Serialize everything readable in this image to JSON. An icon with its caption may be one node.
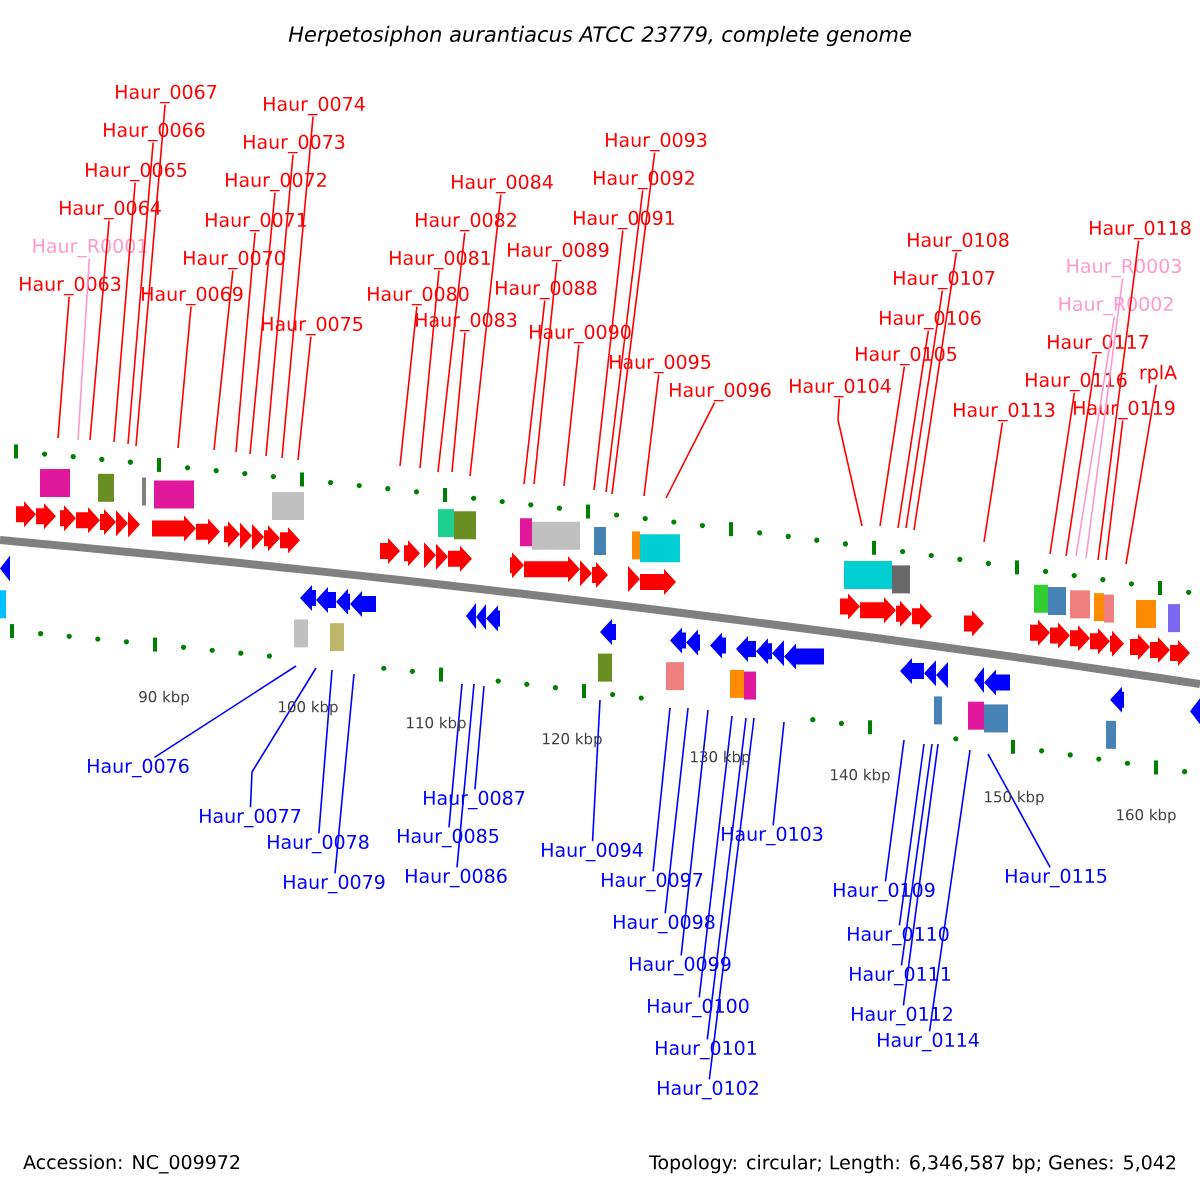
{
  "diagram": {
    "title": "Herpetosiphon aurantiacus ATCC 23779, complete genome",
    "nodes": [
      {
        "text": [
          "Haur_0063"
        ]
      },
      {
        "text": [
          "Haur_R0001"
        ]
      },
      {
        "text": [
          "Haur_0064"
        ]
      },
      {
        "text": [
          "Haur_0065"
        ]
      },
      {
        "text": [
          "Haur_0066"
        ]
      },
      {
        "text": [
          "Haur_0067"
        ]
      },
      {
        "text": [
          "Haur_0069"
        ]
      },
      {
        "text": [
          "Haur_0070"
        ]
      },
      {
        "text": [
          "Haur_0071"
        ]
      },
      {
        "text": [
          "Haur_0072"
        ]
      },
      {
        "text": [
          "Haur_0073"
        ]
      },
      {
        "text": [
          "Haur_0074"
        ]
      },
      {
        "text": [
          "Haur_0075"
        ]
      },
      {
        "text": [
          "Haur_0080"
        ]
      },
      {
        "text": [
          "Haur_0081"
        ]
      },
      {
        "text": [
          "Haur_0082"
        ]
      },
      {
        "text": [
          "Haur_0083"
        ]
      },
      {
        "text": [
          "Haur_0084"
        ]
      },
      {
        "text": [
          "Haur_0088"
        ]
      },
      {
        "text": [
          "Haur_0089"
        ]
      },
      {
        "text": [
          "Haur_0090"
        ]
      },
      {
        "text": [
          "Haur_0091"
        ]
      },
      {
        "text": [
          "Haur_0092"
        ]
      },
      {
        "text": [
          "Haur_0093"
        ]
      },
      {
        "text": [
          "Haur_0095"
        ]
      },
      {
        "text": [
          "Haur_0096"
        ]
      },
      {
        "text": [
          "Haur_0104"
        ]
      },
      {
        "text": [
          "Haur_0105"
        ]
      },
      {
        "text": [
          "Haur_0106"
        ]
      },
      {
        "text": [
          "Haur_0107"
        ]
      },
      {
        "text": [
          "Haur_0108"
        ]
      },
      {
        "text": [
          "Haur_0113"
        ]
      },
      {
        "text": [
          "Haur_0116"
        ]
      },
      {
        "text": [
          "Haur_0117"
        ]
      },
      {
        "text": [
          "Haur_R0002"
        ]
      },
      {
        "text": [
          "Haur_R0003"
        ]
      },
      {
        "text": [
          "Haur_0118"
        ]
      },
      {
        "text": [
          "Haur_0119"
        ]
      },
      {
        "text": [
          "rplA"
        ]
      },
      {
        "text": [
          "Haur_0076"
        ]
      },
      {
        "text": [
          "Haur_0077"
        ]
      },
      {
        "text": [
          "Haur_0078"
        ]
      },
      {
        "text": [
          "Haur_0079"
        ]
      },
      {
        "text": [
          "Haur_0085"
        ]
      },
      {
        "text": [
          "Haur_0086"
        ]
      },
      {
        "text": [
          "Haur_0087"
        ]
      },
      {
        "text": [
          "Haur_0094"
        ]
      },
      {
        "text": [
          "Haur_0097"
        ]
      },
      {
        "text": [
          "Haur_0098"
        ]
      },
      {
        "text": [
          "Haur_0099"
        ]
      },
      {
        "text": [
          "Haur_0100"
        ]
      },
      {
        "text": [
          "Haur_0101"
        ]
      },
      {
        "text": [
          "Haur_0102"
        ]
      },
      {
        "text": [
          "Haur_0103"
        ]
      },
      {
        "text": [
          "Haur_0109"
        ]
      },
      {
        "text": [
          "Haur_0110"
        ]
      },
      {
        "text": [
          "Haur_0111"
        ]
      },
      {
        "text": [
          "Haur_0112"
        ]
      },
      {
        "text": [
          "Haur_0114"
        ]
      },
      {
        "text": [
          "Haur_0115"
        ]
      }
    ],
    "edges": [
      {
        "from": 0,
        "to": null,
        "arrow": "none"
      },
      {
        "from": 1,
        "to": null,
        "arrow": "none",
        "color": "#ff99cc"
      },
      {
        "from": 2,
        "to": null,
        "arrow": "none"
      },
      {
        "from": 3,
        "to": null,
        "arrow": "none"
      },
      {
        "from": 4,
        "to": null,
        "arrow": "none"
      },
      {
        "from": 5,
        "to": null,
        "arrow": "none"
      },
      {
        "from": 6,
        "to": null,
        "arrow": "none"
      },
      {
        "from": 7,
        "to": null,
        "arrow": "none"
      },
      {
        "from": 8,
        "to": null,
        "arrow": "none"
      },
      {
        "from": 9,
        "to": null,
        "arrow": "none"
      },
      {
        "from": 10,
        "to": null,
        "arrow": "none"
      },
      {
        "from": 11,
        "to": null,
        "arrow": "none"
      },
      {
        "from": 12,
        "to": null,
        "arrow": "none"
      },
      {
        "from": 13,
        "to": null,
        "arrow": "none"
      },
      {
        "from": 14,
        "to": null,
        "arrow": "none"
      },
      {
        "from": 15,
        "to": null,
        "arrow": "none"
      },
      {
        "from": 16,
        "to": null,
        "arrow": "none"
      },
      {
        "from": 17,
        "to": null,
        "arrow": "none"
      },
      {
        "from": 18,
        "to": null,
        "arrow": "none"
      },
      {
        "from": 19,
        "to": null,
        "arrow": "none"
      },
      {
        "from": 20,
        "to": null,
        "arrow": "none"
      },
      {
        "from": 21,
        "to": null,
        "arrow": "none"
      },
      {
        "from": 22,
        "to": null,
        "arrow": "none"
      },
      {
        "from": 23,
        "to": null,
        "arrow": "none"
      },
      {
        "from": 24,
        "to": null,
        "arrow": "none"
      },
      {
        "from": 25,
        "to": null,
        "arrow": "none"
      },
      {
        "from": 26,
        "to": null,
        "arrow": "none"
      },
      {
        "from": 27,
        "to": null,
        "arrow": "none"
      },
      {
        "from": 28,
        "to": null,
        "arrow": "none"
      },
      {
        "from": 29,
        "to": null,
        "arrow": "none"
      },
      {
        "from": 30,
        "to": null,
        "arrow": "none"
      },
      {
        "from": 31,
        "to": null,
        "arrow": "none"
      },
      {
        "from": 32,
        "to": null,
        "arrow": "none"
      },
      {
        "from": 33,
        "to": null,
        "arrow": "none"
      },
      {
        "from": 34,
        "to": null,
        "arrow": "none",
        "color": "#ff99cc"
      },
      {
        "from": 35,
        "to": null,
        "arrow": "none",
        "color": "#ff99cc"
      },
      {
        "from": 36,
        "to": null,
        "arrow": "none"
      },
      {
        "from": 37,
        "to": null,
        "arrow": "none"
      },
      {
        "from": 38,
        "to": null,
        "arrow": "none"
      },
      {
        "from": 39,
        "to": null,
        "arrow": "none",
        "color": "#0000ff"
      },
      {
        "from": 40,
        "to": null,
        "arrow": "none",
        "color": "#0000ff"
      },
      {
        "from": 41,
        "to": null,
        "arrow": "none",
        "color": "#0000ff"
      },
      {
        "from": 42,
        "to": null,
        "arrow": "none",
        "color": "#0000ff"
      },
      {
        "from": 43,
        "to": null,
        "arrow": "none",
        "color": "#0000ff"
      },
      {
        "from": 44,
        "to": null,
        "arrow": "none",
        "color": "#0000ff"
      },
      {
        "from": 45,
        "to": null,
        "arrow": "none",
        "color": "#0000ff"
      },
      {
        "from": 46,
        "to": null,
        "arrow": "none",
        "color": "#0000ff"
      },
      {
        "from": 47,
        "to": null,
        "arrow": "none",
        "color": "#0000ff"
      },
      {
        "from": 48,
        "to": null,
        "arrow": "none",
        "color": "#0000ff"
      },
      {
        "from": 49,
        "to": null,
        "arrow": "none",
        "color": "#0000ff"
      },
      {
        "from": 50,
        "to": null,
        "arrow": "none",
        "color": "#0000ff"
      },
      {
        "from": 51,
        "to": null,
        "arrow": "none",
        "color": "#0000ff"
      },
      {
        "from": 52,
        "to": null,
        "arrow": "none",
        "color": "#0000ff"
      },
      {
        "from": 53,
        "to": null,
        "arrow": "none",
        "color": "#0000ff"
      },
      {
        "from": 54,
        "to": null,
        "arrow": "none",
        "color": "#0000ff"
      },
      {
        "from": 55,
        "to": null,
        "arrow": "none",
        "color": "#0000ff"
      },
      {
        "from": 56,
        "to": null,
        "arrow": "none",
        "color": "#0000ff"
      },
      {
        "from": 57,
        "to": null,
        "arrow": "none",
        "color": "#0000ff"
      },
      {
        "from": 58,
        "to": null,
        "arrow": "none",
        "color": "#0000ff"
      },
      {
        "from": 59,
        "to": null,
        "arrow": "none",
        "color": "#0000ff"
      }
    ],
    "labels": [
      "90 kbp",
      "100 kbp",
      "110 kbp",
      "120 kbp",
      "130 kbp",
      "140 kbp",
      "150 kbp",
      "160 kbp",
      "Accession: NC_009972",
      "Topology: circular; Length: 6,346,587 bp; Genes: 5,042"
    ]
  }
}
